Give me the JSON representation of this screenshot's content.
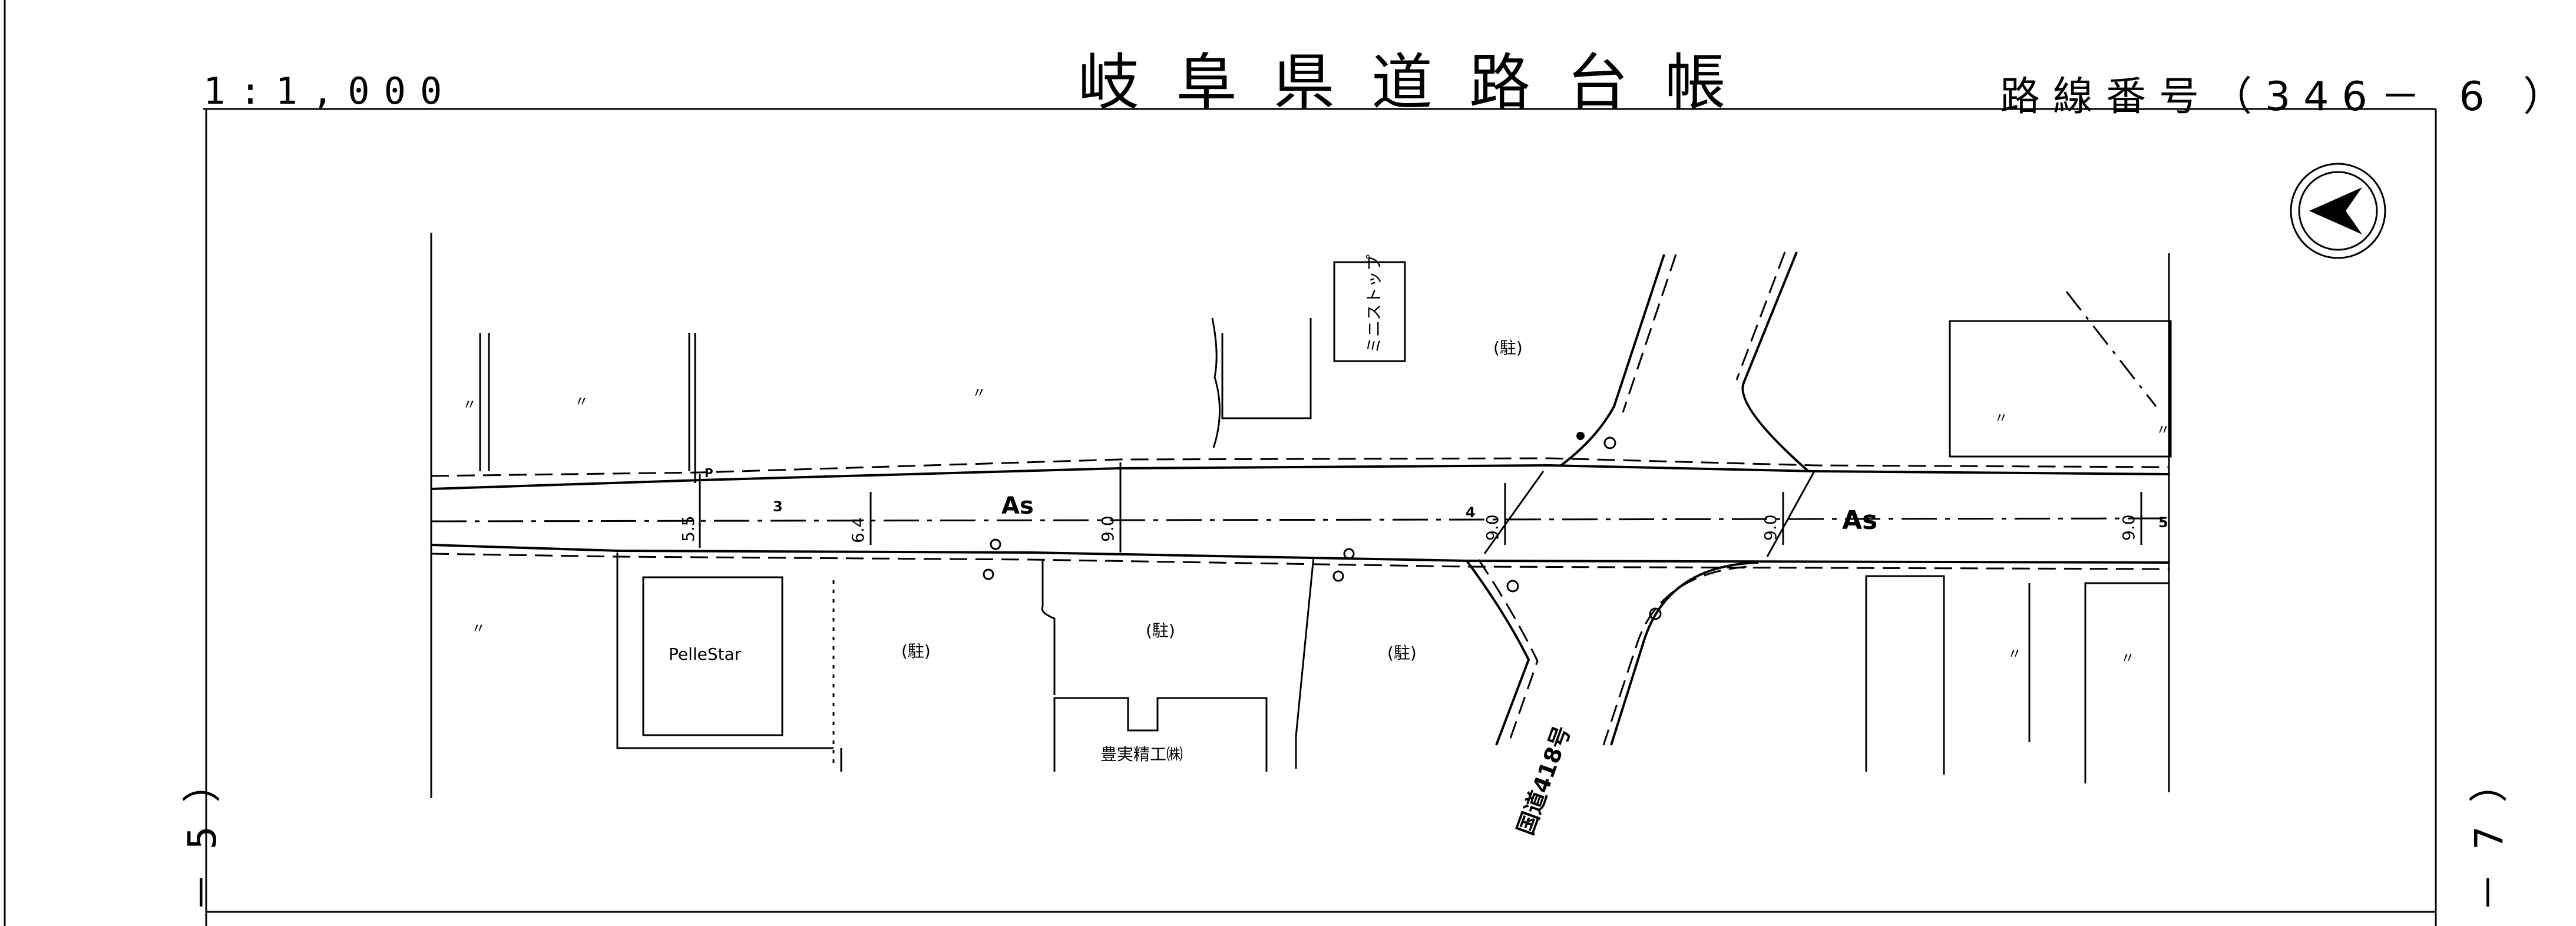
{
  "header": {
    "title": "岐阜県道路台帳",
    "scale": "1:1,000",
    "route_number": "路線番号（346－ 6 ）"
  },
  "sheet_markers": {
    "left": "－ 5 ）",
    "right": "－ 7 ）"
  },
  "map": {
    "surface_labels": [
      "As",
      "As"
    ],
    "stations": [
      "3",
      "4",
      "5"
    ],
    "widths": [
      "5.5",
      "6.4",
      "9.0",
      "9.0",
      "9.0",
      "9.0"
    ],
    "parking_labels": [
      "(駐)",
      "(駐)",
      "(駐)",
      "(駐)"
    ],
    "buildings": {
      "pellestar": "PelleStar",
      "ministop": "ミニストップ",
      "hojitsu": "豊実精工㈱"
    },
    "national_route": "国道418号",
    "ditto_mark": "〃",
    "pole_label": "P"
  },
  "north_arrow": {
    "icon": "north-arrow-icon"
  },
  "colors": {
    "ink": "#000000",
    "paper": "#ffffff"
  }
}
